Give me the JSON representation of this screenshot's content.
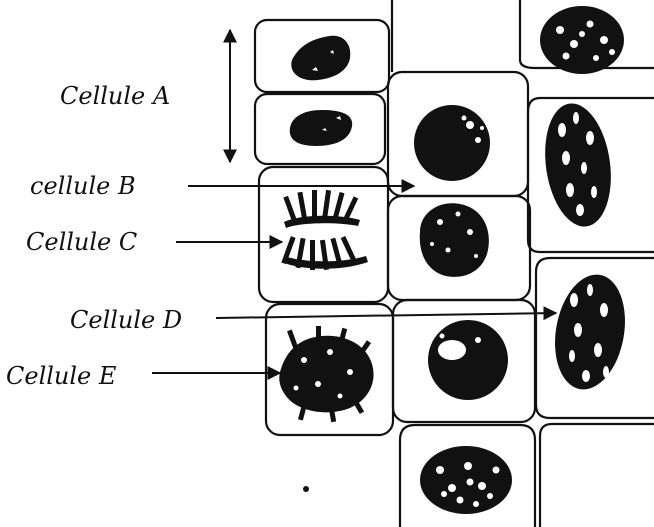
{
  "labels": {
    "cell_a": "Cellule A",
    "cell_b": "cellule B",
    "cell_c": "Cellule C",
    "cell_d": "Cellule D",
    "cell_e": "Cellule E"
  },
  "colors": {
    "ink": "#111111",
    "paper": "#ffffff"
  }
}
